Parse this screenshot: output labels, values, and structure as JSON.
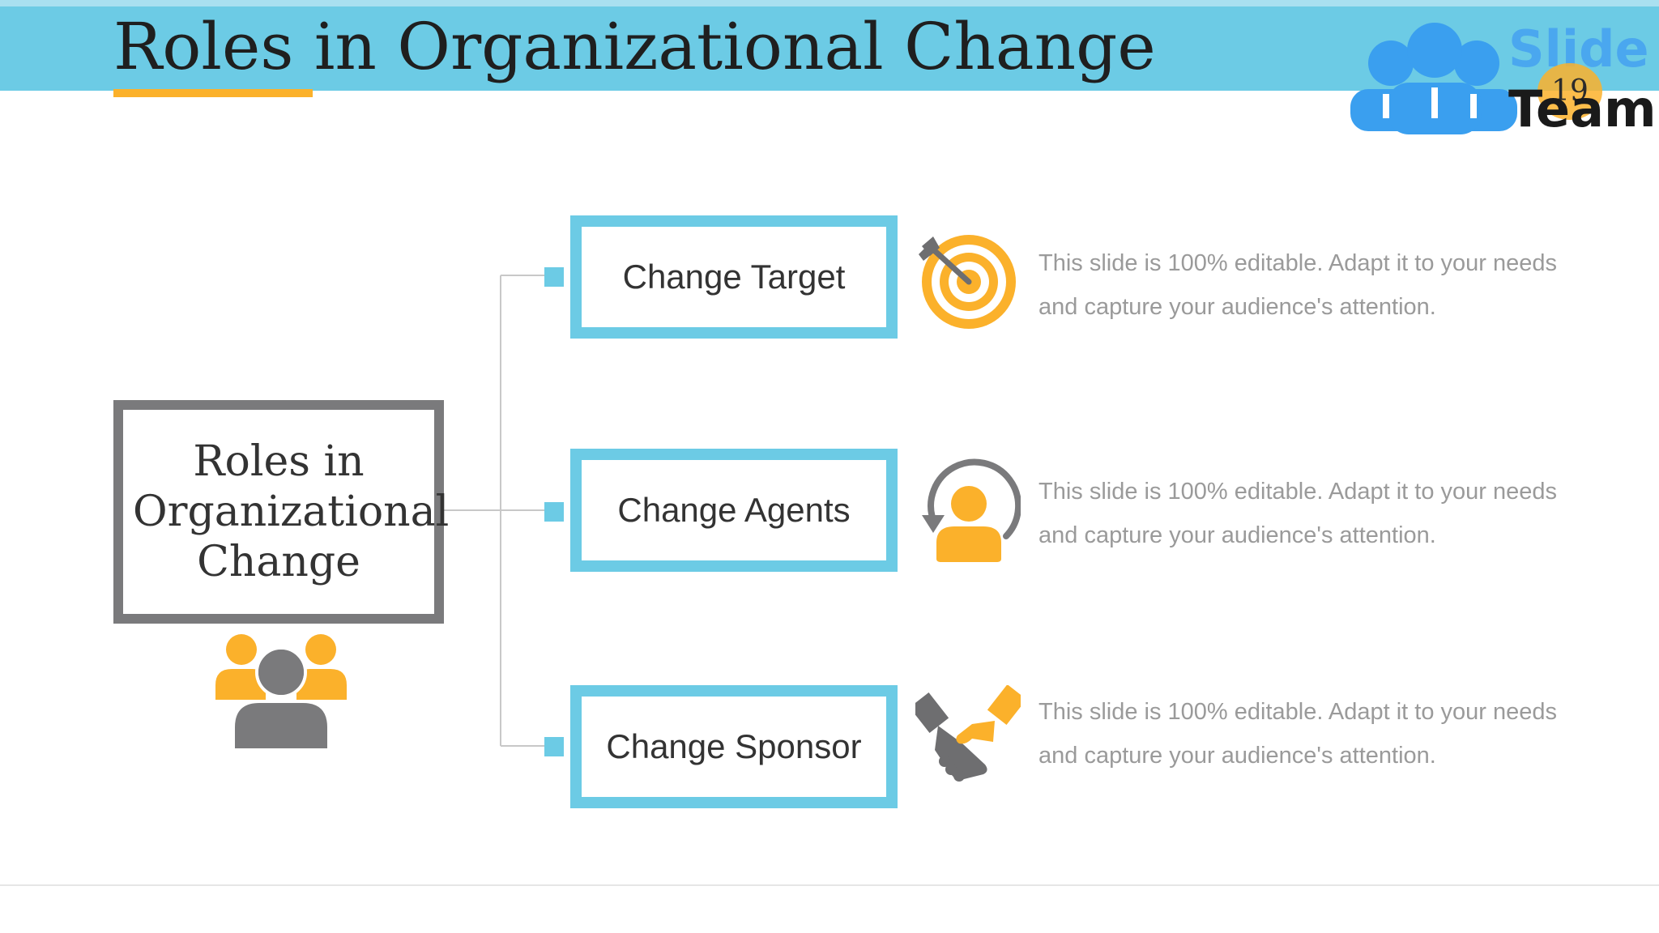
{
  "slide": {
    "title": "Roles in Organizational Change",
    "page_number": "19"
  },
  "logo": {
    "word_top": "Slide",
    "word_bottom": "Team",
    "icon": "team-people-icon"
  },
  "center": {
    "label": "Roles in Organizational Change",
    "icon": "group-people-icon"
  },
  "roles": [
    {
      "label": "Change Target",
      "icon": "target-dart-icon",
      "description": "This slide is 100% editable. Adapt it to your needs and capture your audience's attention."
    },
    {
      "label": "Change Agents",
      "icon": "person-refresh-icon",
      "description": "This slide is 100% editable. Adapt it to your needs and capture your audience's attention."
    },
    {
      "label": "Change Sponsor",
      "icon": "handshake-icon",
      "description": "This slide is 100% editable. Adapt it to your needs and capture your audience's attention."
    }
  ],
  "colors": {
    "accent_blue": "#6ccbe5",
    "accent_orange": "#fbb12b",
    "frame_gray": "#7a7a7c",
    "desc_gray": "#9a9a9a"
  }
}
